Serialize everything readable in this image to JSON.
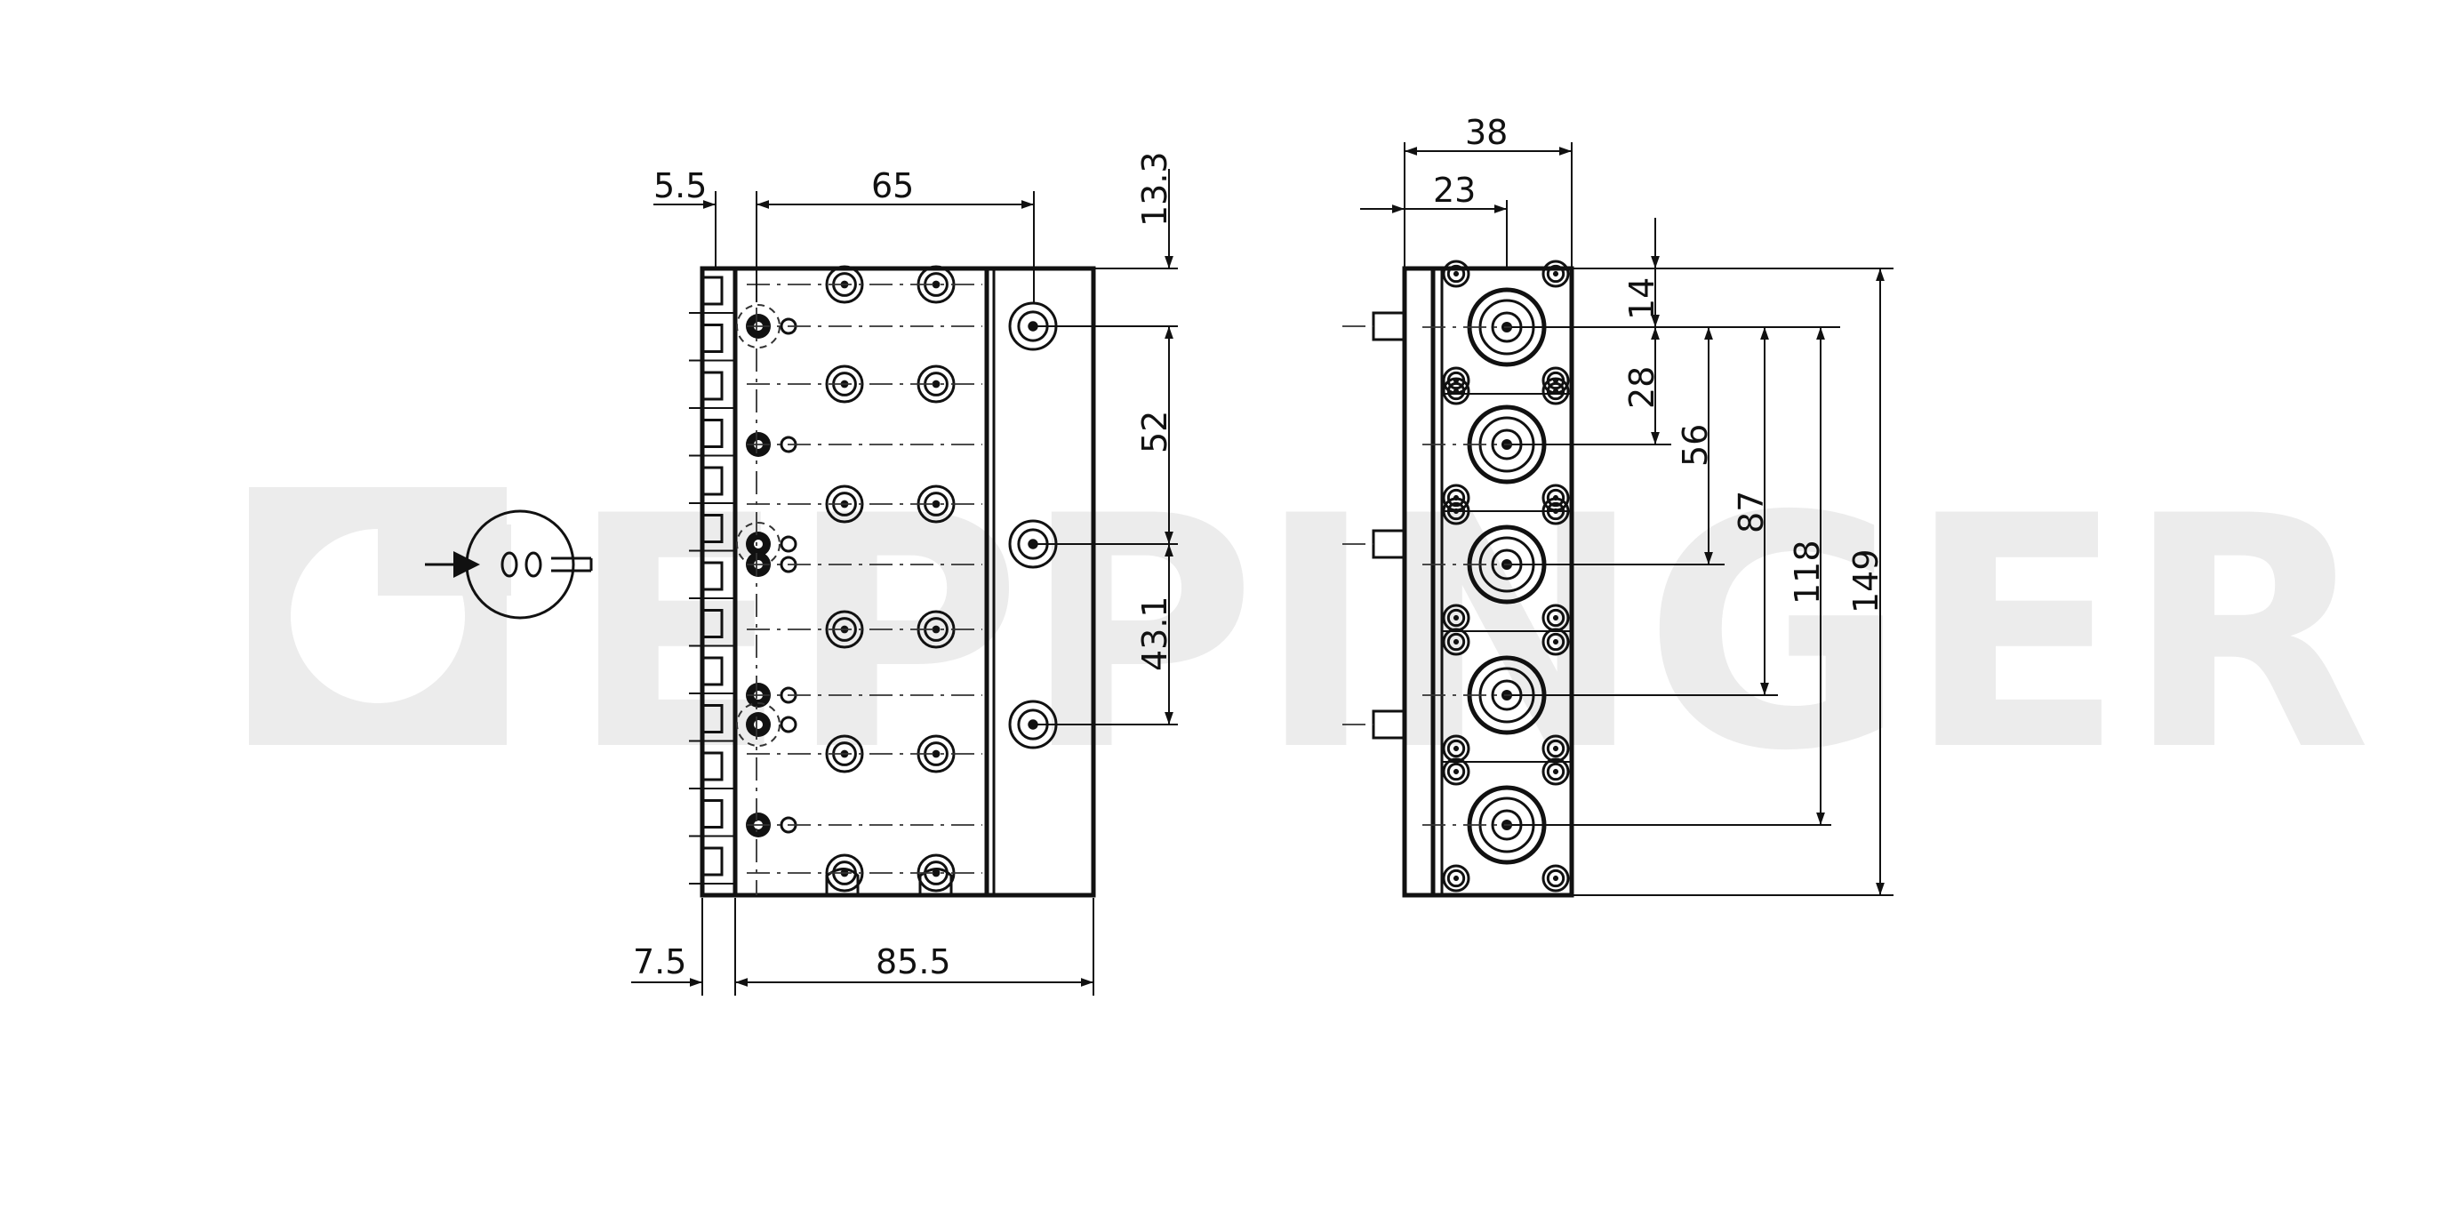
{
  "watermark": {
    "text": "EPPINGER",
    "color": "#ececec"
  },
  "front_view": {
    "dimensions": {
      "width_top": "65",
      "offset_top": "5.5",
      "width_bottom": "85.5",
      "offset_bottom": "7.5",
      "top_offset_right": "13.3",
      "pitch_upper": "52",
      "pitch_lower": "43.1"
    }
  },
  "side_view": {
    "dimensions": {
      "width_total": "38",
      "width_partial": "23",
      "pitch_1": "14",
      "pitch_2": "28",
      "pitch_3": "56",
      "pitch_4": "87",
      "pitch_5": "118",
      "height_total": "149"
    }
  },
  "colors": {
    "line": "#111111",
    "background": "#ffffff"
  },
  "icons": {
    "direction_symbol": "coolant-direction-icon"
  }
}
